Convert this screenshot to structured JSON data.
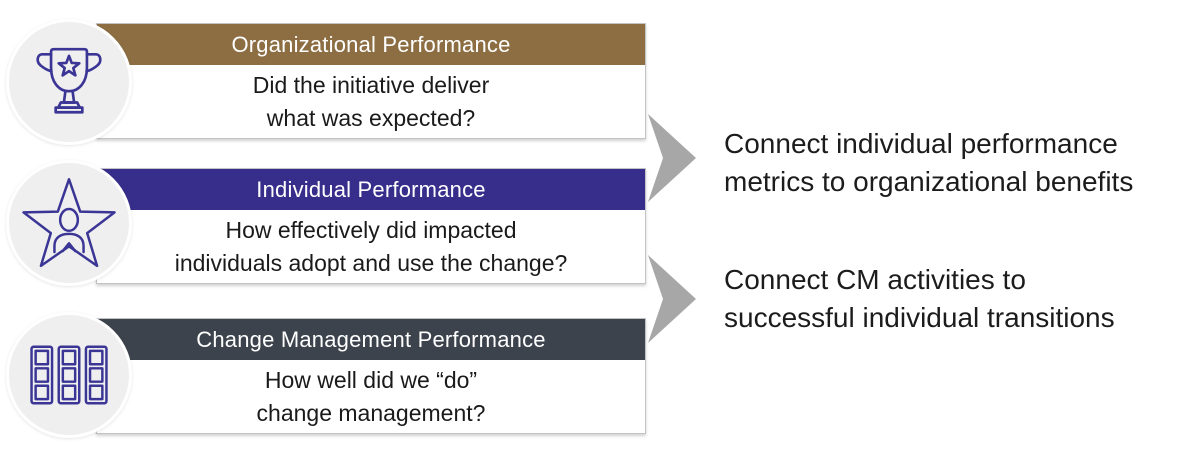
{
  "cards": [
    {
      "title": "Organizational Performance",
      "header_color": "#8C6E42",
      "icon": "trophy-icon",
      "body_lines": [
        "Did the initiative deliver",
        "what was expected?"
      ]
    },
    {
      "title": "Individual Performance",
      "header_color": "#372E8C",
      "icon": "star-person-icon",
      "body_lines": [
        "How effectively did impacted",
        "individuals adopt and use the change?"
      ]
    },
    {
      "title": "Change Management Performance",
      "header_color": "#3D434C",
      "icon": "kanban-board-icon",
      "body_lines": [
        "How well did we “do”",
        "change management?"
      ]
    }
  ],
  "connections": [
    {
      "lines": [
        "Connect individual performance",
        "metrics to organizational benefits"
      ]
    },
    {
      "lines": [
        "Connect CM activities to",
        "successful individual transitions"
      ]
    }
  ],
  "colors": {
    "card1_header": "#8C6E42",
    "card2_header": "#372E8C",
    "card3_header": "#3D434C",
    "arrow_gray": "#A7A7A7",
    "icon_stroke": "#3B3696",
    "icon_circle_bg": "#EFEFEF",
    "body_text": "#1A1A1A"
  }
}
